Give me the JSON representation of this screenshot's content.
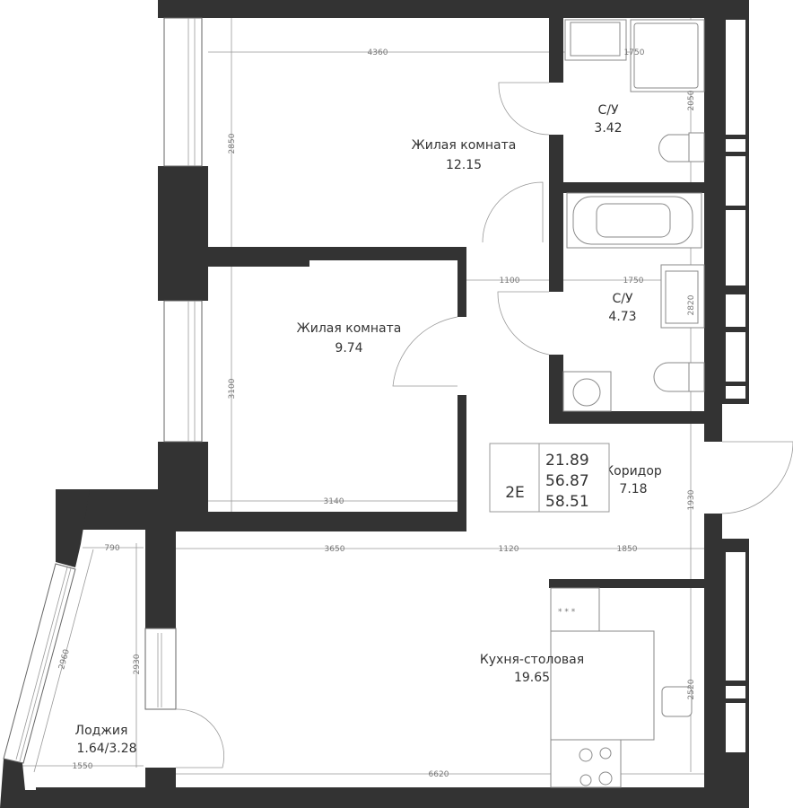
{
  "plan": {
    "wall_color": "#333333",
    "rooms": [
      {
        "name": "Жилая комната",
        "area": "12.15"
      },
      {
        "name": "Жилая комната",
        "area": "9.74"
      },
      {
        "name": "С/У",
        "area": "3.42"
      },
      {
        "name": "С/У",
        "area": "4.73"
      },
      {
        "name": "Коридор",
        "area": "7.18"
      },
      {
        "name": "Кухня-столовая",
        "area": "19.65"
      },
      {
        "name": "Лоджия",
        "area": "1.64/3.28"
      }
    ],
    "info": {
      "type": "2E",
      "living_area": "21.89",
      "total_area": "56.87",
      "total_with_loggia": "58.51"
    },
    "dimensions": {
      "room1_w": "4360",
      "room1_h": "2850",
      "bath1_w": "1750",
      "bath1_h": "2050",
      "hall_w": "1100",
      "bath2_w": "1750",
      "bath2_h": "2820",
      "room2_h": "3100",
      "room2_w": "3140",
      "corridor_h": "1930",
      "kitchen_w1": "3650",
      "kitchen_w2": "1120",
      "kitchen_w3": "1850",
      "loggia_top": "790",
      "loggia_h": "2930",
      "loggia_diag": "2960",
      "loggia_bottom": "1550",
      "kitchen_total_w": "6620",
      "kitchen_h": "2520"
    }
  }
}
